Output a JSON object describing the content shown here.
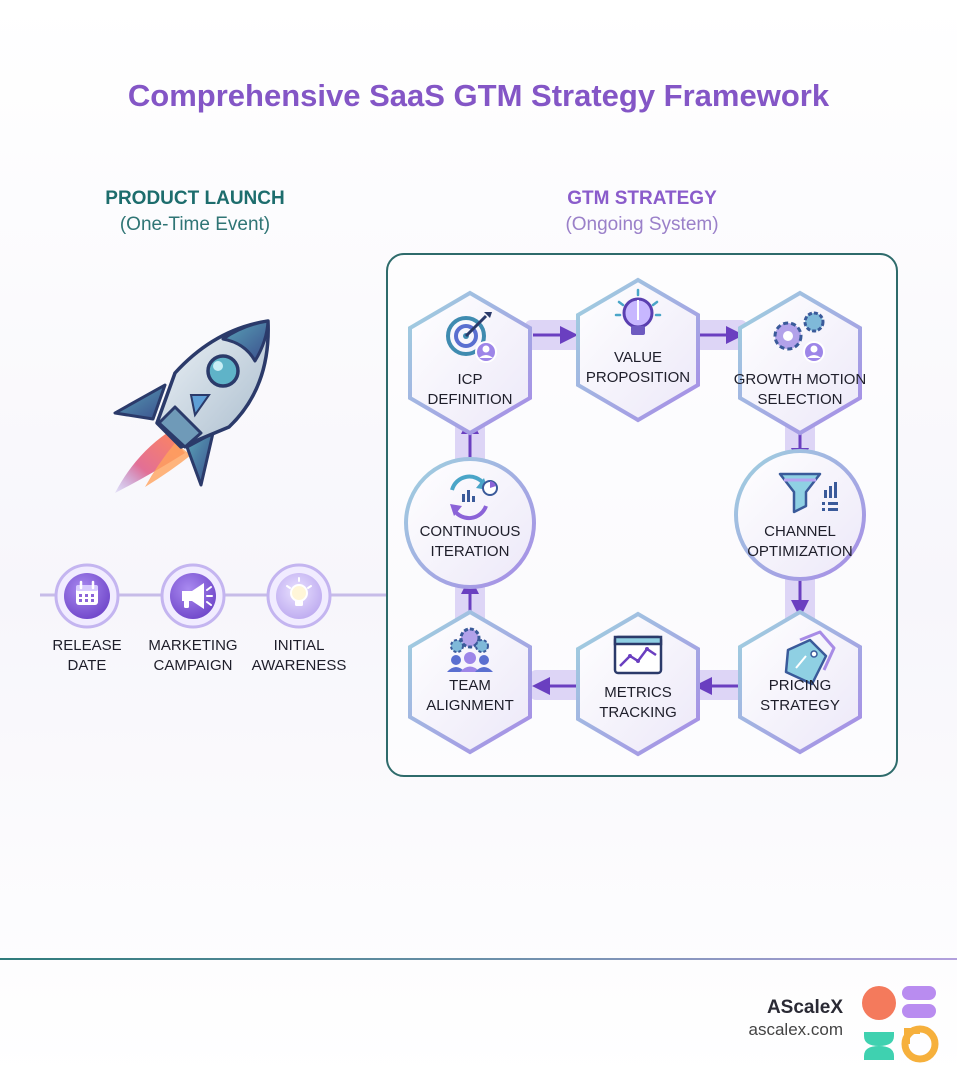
{
  "title": "Comprehensive SaaS GTM Strategy Framework",
  "launch": {
    "heading": "PRODUCT LAUNCH",
    "subheading": "(One-Time Event)",
    "icon": "rocket-icon",
    "steps": [
      {
        "line1": "RELEASE",
        "line2": "DATE",
        "icon": "calendar-icon"
      },
      {
        "line1": "MARKETING",
        "line2": "CAMPAIGN",
        "icon": "megaphone-icon"
      },
      {
        "line1": "INITIAL",
        "line2": "AWARENESS",
        "icon": "lightbulb-icon"
      }
    ]
  },
  "gtm": {
    "heading": "GTM STRATEGY",
    "subheading": "(Ongoing System)",
    "nodes": [
      {
        "line1": "ICP",
        "line2": "DEFINITION",
        "icon": "target-user-icon"
      },
      {
        "line1": "VALUE",
        "line2": "PROPOSITION",
        "icon": "lightbulb-icon"
      },
      {
        "line1": "GROWTH MOTION",
        "line2": "SELECTION",
        "icon": "gears-user-icon"
      },
      {
        "line1": "CHANNEL",
        "line2": "OPTIMIZATION",
        "icon": "funnel-icon"
      },
      {
        "line1": "PRICING",
        "line2": "STRATEGY",
        "icon": "price-tag-icon"
      },
      {
        "line1": "METRICS",
        "line2": "TRACKING",
        "icon": "chart-window-icon"
      },
      {
        "line1": "TEAM",
        "line2": "ALIGNMENT",
        "icon": "team-gears-icon"
      },
      {
        "line1": "CONTINUOUS",
        "line2": "ITERATION",
        "icon": "cycle-chart-icon"
      }
    ]
  },
  "brand": {
    "name": "AScaleX",
    "url": "ascalex.com",
    "logo_icon": "ascalex-logo-icon"
  },
  "colors": {
    "title": "#8456c6",
    "teal": "#1d6d6d",
    "purple": "#6a3fc0",
    "hex_border": "#b7a7e6",
    "connector": "#c9bdf0",
    "logo_orange": "#f47a5c",
    "logo_purple": "#b98cf0",
    "logo_teal": "#3fd1b0",
    "logo_yellow": "#f6b03c"
  }
}
